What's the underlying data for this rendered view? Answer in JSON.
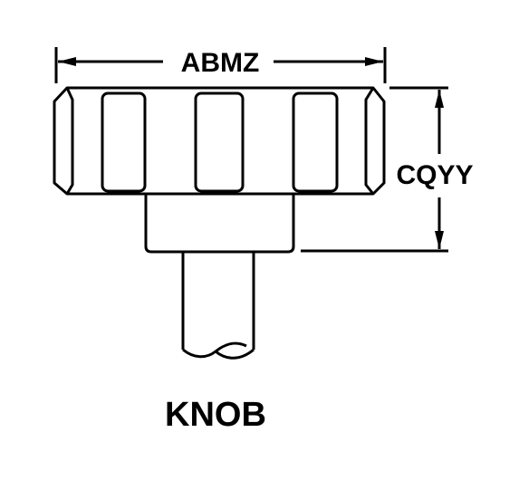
{
  "diagram": {
    "part_name": "KNOB",
    "dimensions": {
      "width_label": "ABMZ",
      "height_label": "CQYY"
    },
    "colors": {
      "line": "#000000",
      "background": "#ffffff"
    }
  }
}
